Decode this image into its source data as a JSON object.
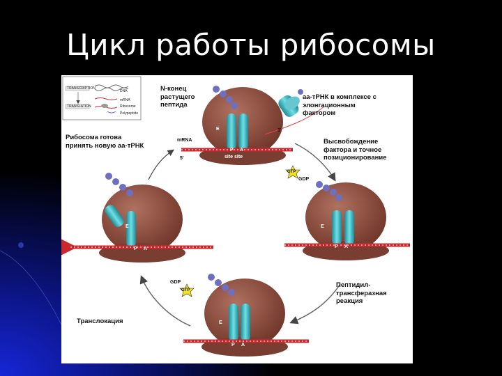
{
  "slide": {
    "title": "Цикл работы рибосомы"
  },
  "inset": {
    "transcription": "TRANSCRIPTION",
    "translation": "TRANSLATION",
    "dna": "DNA",
    "mrna": "mRNA",
    "ribosome": "Ribosome",
    "polypeptide": "Polypeptide"
  },
  "labels": {
    "n_terminus": "N-конец\nрастущего\nпептида",
    "aa_trna_complex": "аа-тРНК в комплексе с\nэлонгационным\nфактором",
    "ready": "Рибосома готова\nпринять новую аа-тРНК",
    "release": "Высвобождение\nфактора и точное\nпозиционирование",
    "peptidyl": "Пептидил-\nтрансферазная\nреакция",
    "translocation": "Транслокация"
  },
  "small": {
    "mrna": "mRNA",
    "five_prime": "5'",
    "three_prime": "3'",
    "gtp": "GTP",
    "gdp": "GDP",
    "site": "site site",
    "e": "E",
    "p": "P",
    "a": "A"
  },
  "colors": {
    "ribosome": "#8a4b3e",
    "trna": "#43b9c2",
    "mrna": "#c8292f",
    "peptide": "#6f6fc0",
    "gtp": "#f3e21d"
  }
}
